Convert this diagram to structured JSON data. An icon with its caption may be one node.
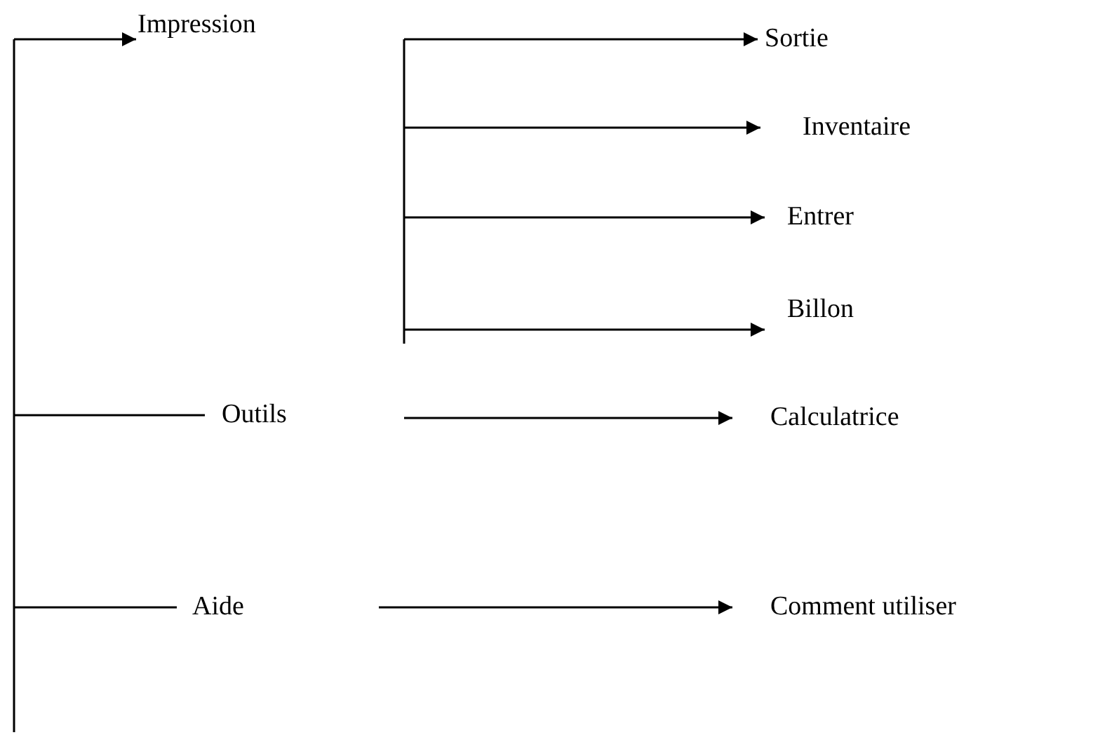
{
  "diagram": {
    "nodes": [
      {
        "text": [
          "Impression"
        ]
      },
      {
        "text": [
          "Sortie"
        ]
      },
      {
        "text": [
          "Inventaire"
        ]
      },
      {
        "text": [
          "Entrer"
        ]
      },
      {
        "text": [
          "Billon"
        ]
      },
      {
        "text": [
          "Outils"
        ]
      },
      {
        "text": [
          "Calculatrice"
        ]
      },
      {
        "text": [
          "Aide"
        ]
      },
      {
        "text": [
          "Comment utiliser"
        ]
      }
    ],
    "edges": [
      {
        "from": null,
        "to": 0,
        "arrow": "to"
      },
      {
        "from": null,
        "to": 1,
        "arrow": "to"
      },
      {
        "from": null,
        "to": 2,
        "arrow": "to"
      },
      {
        "from": null,
        "to": 3,
        "arrow": "to"
      },
      {
        "from": null,
        "to": 4,
        "arrow": "to"
      },
      {
        "from": null,
        "to": 5,
        "arrow": "none"
      },
      {
        "from": null,
        "to": 6,
        "arrow": "to"
      },
      {
        "from": null,
        "to": 7,
        "arrow": "none"
      },
      {
        "from": null,
        "to": 8,
        "arrow": "to"
      }
    ]
  }
}
